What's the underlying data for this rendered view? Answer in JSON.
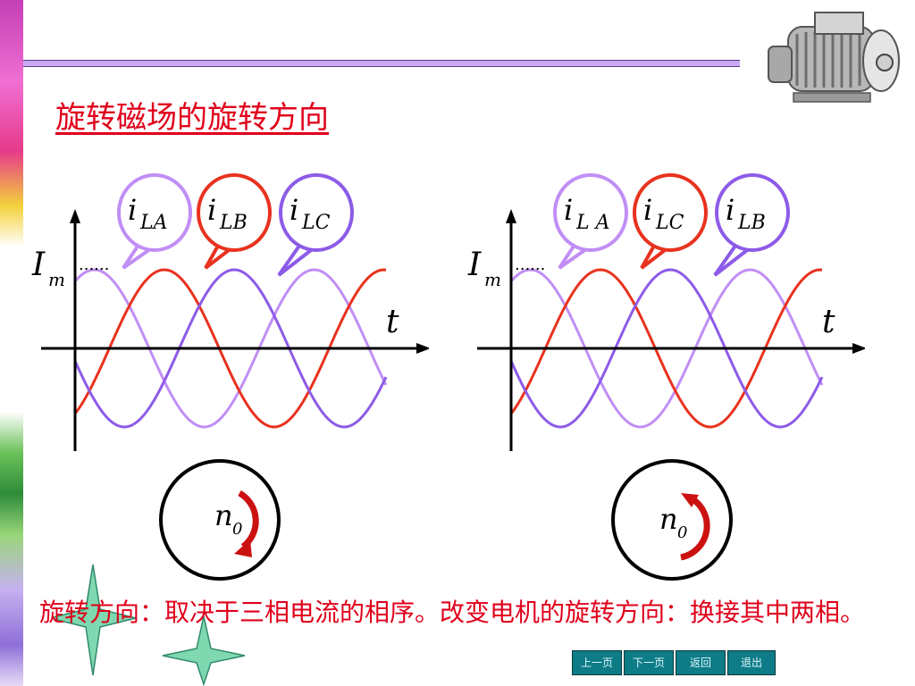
{
  "title": "旋转磁场的旋转方向",
  "note": "旋转方向：取决于三相电流的相序。改变电机的旋转方向：换接其中两相。",
  "colors": {
    "accent_red": "#e0001b",
    "phase_a": "#c18ef5",
    "phase_b": "#e8321e",
    "phase_c": "#8d5be8",
    "nav_bg": "#0e7c86"
  },
  "nav": {
    "prev": "上一页",
    "next": "下一页",
    "back": "返回",
    "exit": "退出"
  },
  "diagrams": {
    "left": {
      "amplitude_symbol": "I",
      "amplitude_sub": "m",
      "dots": "......",
      "axis_label": "t",
      "callouts": [
        {
          "main": "i",
          "sub": "LA",
          "color": "#c18ef5"
        },
        {
          "main": "i",
          "sub": "LB",
          "color": "#e8321e"
        },
        {
          "main": "i",
          "sub": "LC",
          "color": "#8d5be8"
        }
      ],
      "speed_symbol": "n",
      "speed_sub": "0",
      "rotation": "clockwise"
    },
    "right": {
      "amplitude_symbol": "I",
      "amplitude_sub": "m",
      "dots": "......",
      "axis_label": "t",
      "callouts": [
        {
          "main": "i",
          "sub": "L A",
          "color": "#c18ef5"
        },
        {
          "main": "i",
          "sub": "LC",
          "color": "#e8321e"
        },
        {
          "main": "i",
          "sub": "LB",
          "color": "#8d5be8"
        }
      ],
      "speed_symbol": "n",
      "speed_sub": "0",
      "rotation": "counterclockwise"
    }
  }
}
